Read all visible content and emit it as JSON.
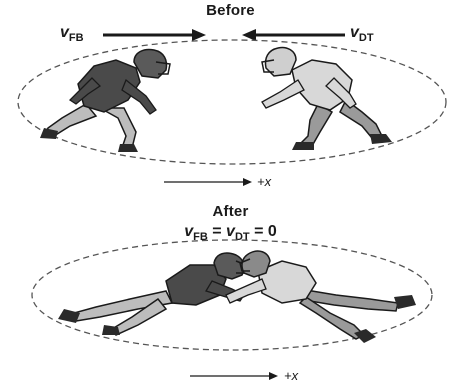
{
  "before": {
    "heading": "Before",
    "fullback_velocity": {
      "symbol": "v",
      "subscript": "FB"
    },
    "tackle_velocity": {
      "symbol": "v",
      "subscript": "DT"
    },
    "axis_label": "+x"
  },
  "after": {
    "heading": "After",
    "equation": {
      "v1": "v",
      "sub1": "FB",
      "eq1": " = ",
      "v2": "v",
      "sub2": "DT",
      "eq2": " = ",
      "value": "0"
    },
    "axis_label": "+x"
  },
  "colors": {
    "ink": "#1a1a1a",
    "jersey_dark": "#4a4a4a",
    "jersey_light": "#d8d8d8",
    "pants_light": "#bdbdbd",
    "dash_ellipse": "#555555"
  }
}
